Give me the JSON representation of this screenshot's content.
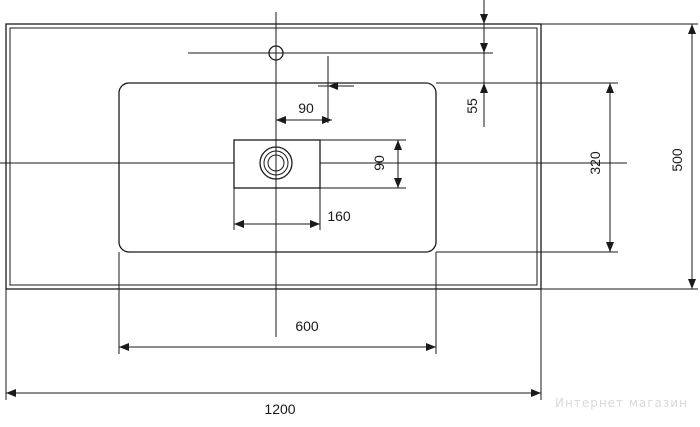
{
  "dimensions": {
    "overall_width": "1200",
    "overall_depth": "500",
    "bowl_width": "600",
    "bowl_depth": "320",
    "tap_hole_offset_y": "55",
    "tap_hole_offset_x": "90",
    "drain_recess_width": "160",
    "drain_recess_depth": "90"
  },
  "watermark": "Интернет магазин"
}
